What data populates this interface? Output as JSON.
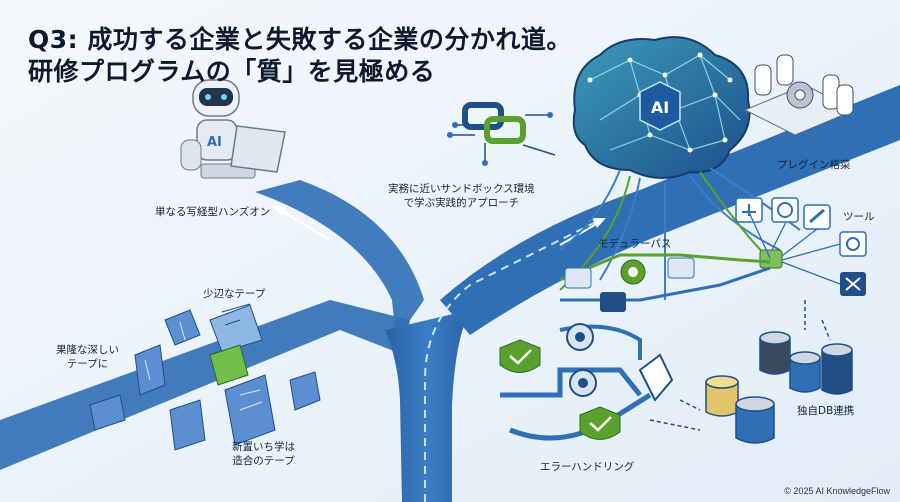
{
  "title": {
    "line1": "Q3: 成功する企業と失敗する企業の分かれ道。",
    "line2": "研修プログラムの「質」を見極める"
  },
  "brain": {
    "label": "AI"
  },
  "laptop": {
    "label": "AI"
  },
  "labels": {
    "simple_handson": "単なる写経型ハンズオン",
    "sandbox": "実務に近いサンドボックス環境\nで学ぶ実践的アプローチ",
    "plugin": "プレグイン格菜",
    "tool": "ツール",
    "modular_path": "モデュラーパス",
    "shallow_tape": "少辺なテープ",
    "deep_tape": "果隆な深しい\nテープに",
    "new_tape": "新置いち学は\n造合のテープ",
    "error_handling": "エラーハンドリング",
    "db_link": "独自DB連携"
  },
  "footer": {
    "copyright": "© 2025 AI KnowledgeFlow"
  },
  "colors": {
    "road": "#2f6fb5",
    "road_light": "#9cc3ea",
    "accent_green": "#5aa02c",
    "dark_blue": "#1f4f86",
    "navy": "#0d1a2b"
  }
}
